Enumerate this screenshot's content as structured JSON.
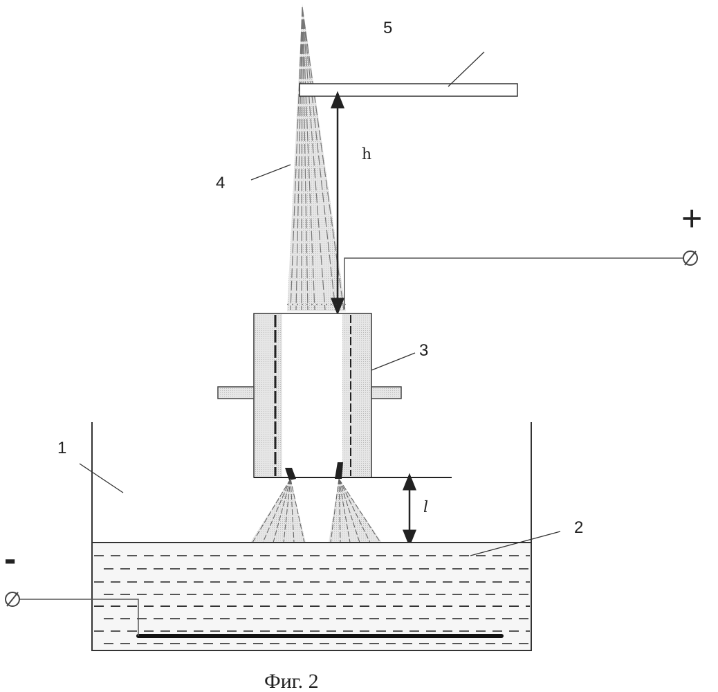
{
  "figure": {
    "caption": "Фиг. 2",
    "labels": {
      "vessel": "1",
      "electrolyte": "2",
      "nozzle": "3",
      "plasma_jet": "4",
      "substrate": "5",
      "height": "h",
      "gap": "l",
      "plus": "+",
      "minus": "-"
    }
  }
}
